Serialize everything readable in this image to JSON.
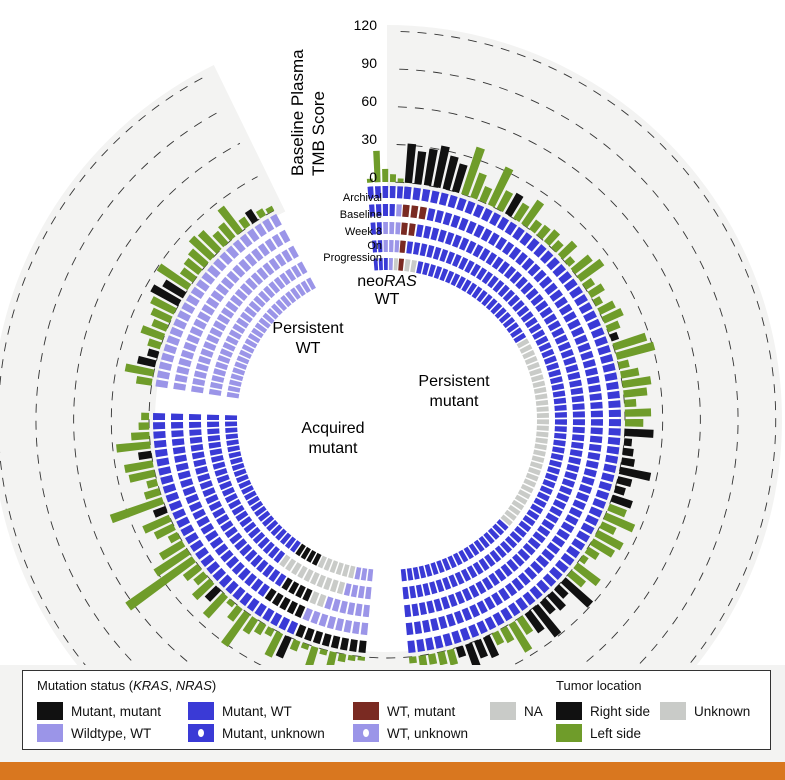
{
  "chart_data": {
    "type": "radial-bar",
    "ylabel": [
      "Baseline Plasma",
      "TMB Score"
    ],
    "ytick_labels": [
      "0",
      "30",
      "60",
      "90",
      "120"
    ],
    "ylim": [
      0,
      120
    ],
    "timepoints": [
      "Archival",
      "Baseline",
      "Week 8",
      "On",
      "Progression"
    ],
    "groups": [
      {
        "label_lines": [
          "neo",
          "RAS",
          "WT"
        ],
        "n": 6
      },
      {
        "label_lines": [
          "Persistent",
          "mutant"
        ],
        "n": 74
      },
      {
        "label_lines": [
          "Acquired",
          "mutant"
        ],
        "n": 38
      },
      {
        "label_lines": [
          "Persistent",
          "WT"
        ],
        "n": 24
      }
    ],
    "tmb_scores": [
      [
        3,
        24,
        10,
        6,
        3,
        5
      ],
      [
        30,
        25,
        28,
        32,
        26,
        22,
        38,
        20,
        12,
        32,
        16,
        18,
        14,
        22,
        9,
        10,
        12,
        8,
        15,
        6,
        17,
        22,
        8,
        12,
        6,
        13,
        16,
        10,
        6,
        26,
        30,
        8,
        14,
        22,
        18,
        9,
        20,
        14,
        22,
        6,
        8,
        10,
        24,
        11,
        8,
        16,
        14,
        24,
        12,
        22,
        19,
        10,
        5,
        22,
        14,
        28,
        10,
        15,
        12,
        28,
        18,
        14,
        25,
        12,
        10,
        17,
        14,
        20,
        8,
        12,
        10,
        8,
        9,
        5
      ],
      [
        3,
        4,
        6,
        24,
        4,
        35,
        4,
        8,
        17,
        20,
        6,
        9,
        13,
        30,
        12,
        4,
        22,
        12,
        18,
        10,
        14,
        62,
        30,
        20,
        8,
        16,
        22,
        10,
        42,
        12,
        8,
        20,
        22,
        10,
        26,
        14,
        8,
        6
      ],
      [
        12,
        22,
        14,
        8,
        10,
        18,
        12,
        16,
        20,
        24,
        18,
        28,
        12,
        14,
        16,
        22,
        20,
        12,
        14,
        24,
        8,
        10,
        6,
        4
      ]
    ],
    "tumor_location_sequences": [
      "LLLLLL",
      "RRRRRRLLLLLRLLLLLLLLLLLLLLLLRLLLLLLLLLRRRRRRRRLLLLLLLLLRRRRRRLLLLRRRRLLLLLLL",
      "LLLLLLLLRLLLLLLLLRLLLLLLLLLRLLLLLRLLLL",
      "LLRRLLLLLRRLLLLLLLLLLRLL"
    ],
    "mutation_status_sequences": {
      "Archival": [
        "AAAAAA",
        "AAAAAAAAAAAAAAAAAAAAAAAAAAAAAAAAAAAAAAAAAAAAAAAAAAAAAAAAAAAAAAAAAAAAAAAAAA",
        "MMMMMMMMAAAAAAAAAAAAAAAAAAAAAAAAAAAAAA",
        "WWWWWWWWWWWWWWWWWWWWWWWW"
      ],
      "Baseline": [
        "AAAAWW",
        "DDDAAAAAAAAAAAAAAAAAAAAAAAAAAAAAAAAAAAAAAAAAAAAAAAAAAAAAAAAAAAAAAAAAAAAAAA",
        "WWWWWWWWMMMMMAAAAAAAAAAAAAAAAAAAAAAAAA",
        "WWWWWWWWWWWWWWWWWWWWWWWW"
      ],
      "Week 8": [
        "AAWWWN",
        "DDAAAAAAAAAAAAAAAAAAAAAAAAAAAAAAAAAAAAAAAAAAAAAAAAAAAAAAAAAAAAAAAAAAAAAAAA",
        "WWWWWWNNMMMMAAAAAAAAAAAAAAAAAAAAAAAAAA",
        "WWWWWWWWWWWWWWWWWWWWWWWW"
      ],
      "On": [
        "AAWWWN",
        "DAAAAAAAAAAAAAAAAAAAAAAAAAAAAAAAAAAAAAAAAAAAAAAAAAAAAAAAAAAAAAAAAAAAAAAAAA",
        "WWWWNNNNNNNNNNAAAAAAAAAAAAAAAAAAAAAAAA",
        "WWWWWWWWWWWWWWWWWWWWWWWW"
      ],
      "Progression": [
        "AAAWNN",
        "DNNAAAAAAAAAAAAAAAAAAAAANNNNNNNNNNNNNNNNNNNNNNNNNNNNNNNAAAAAAAAAAAAAAAAAAA",
        "WWWNNNNNNMMMMAAAAAAAAAAAAAAAAAAAAAAAAA",
        "WWWWWWWWWWWWWWWWWWWWWWWW"
      ]
    }
  },
  "legend": {
    "mutation_title_prefix": "Mutation status (",
    "mutation_title_kras": "KRAS",
    "mutation_title_sep": ", ",
    "mutation_title_nras": "NRAS",
    "mutation_title_suffix": ")",
    "items": {
      "mutant_mutant": "Mutant, mutant",
      "wildtype_wt": "Wildtype, WT",
      "mutant_wt": "Mutant, WT",
      "mutant_unknown": "Mutant, unknown",
      "wt_mutant": "WT, mutant",
      "wt_unknown": "WT, unknown",
      "na": "NA"
    },
    "tumor_title": "Tumor location",
    "tumor_items": {
      "right": "Right side",
      "left": "Left side",
      "unknown": "Unknown"
    }
  },
  "colors": {
    "mutant_mutant": "#111111",
    "wildtype_wt": "#9b95e8",
    "mutant_wt": "#3a3ad6",
    "wt_mutant": "#7a2a22",
    "na": "#c9cbc8",
    "right": "#111111",
    "left": "#6f9c2a",
    "unknown": "#c9cbc8",
    "track": "#f3f3f2",
    "plot_bg": "#ffffff",
    "accent_bar": "#d9771f"
  }
}
